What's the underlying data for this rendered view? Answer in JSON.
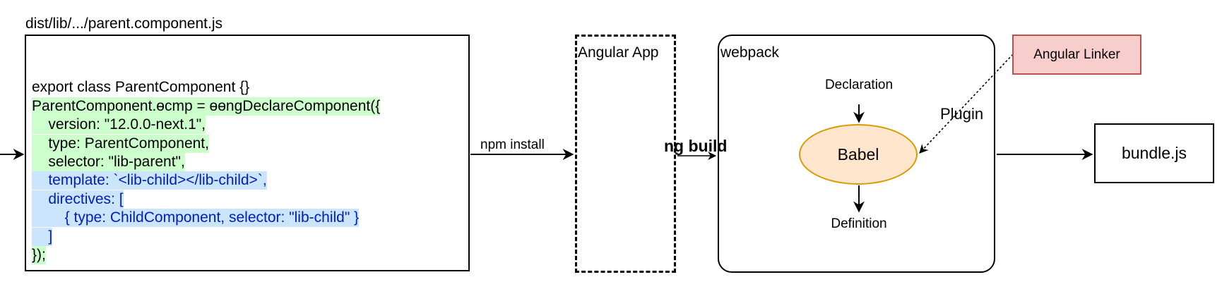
{
  "file_path": "dist/lib/.../parent.component.js",
  "code_lines": [
    {
      "text": "",
      "hl": "none"
    },
    {
      "text": "export class ParentComponent {}",
      "hl": "none"
    },
    {
      "text": "ParentComponent.ɵcmp = ɵɵngDeclareComponent({",
      "hl": "green"
    },
    {
      "text": "    version: \"12.0.0-next.1\",",
      "hl": "green"
    },
    {
      "text": "    type: ParentComponent,",
      "hl": "green"
    },
    {
      "text": "    selector: \"lib-parent\",",
      "hl": "green"
    },
    {
      "text": "    template: `<lib-child></lib-child>`,",
      "hl": "blue"
    },
    {
      "text": "    directives: [",
      "hl": "blue"
    },
    {
      "text": "        { type: ChildComponent, selector: \"lib-child\" }",
      "hl": "blue"
    },
    {
      "text": "    ]",
      "hl": "blue"
    },
    {
      "text": "});",
      "hl": "green"
    }
  ],
  "angular_app_label": "Angular App",
  "webpack_label": "webpack",
  "angular_linker_label": "Angular Linker",
  "babel_label": "Babel",
  "declaration_label": "Declaration",
  "definition_label": "Definition",
  "plugin_label": "Plugin",
  "npm_install_label": "npm install",
  "ng_build_label": "ng build",
  "bundle_label": "bundle.js",
  "colors": {
    "code_green_highlight": "#ccffcc",
    "code_blue_highlight": "#cce5ff",
    "code_blue_text": "#001dbc",
    "linker_fill": "#f8cecc",
    "linker_stroke": "#b85450",
    "babel_fill": "#ffe6cc",
    "babel_stroke": "#d79b00"
  }
}
